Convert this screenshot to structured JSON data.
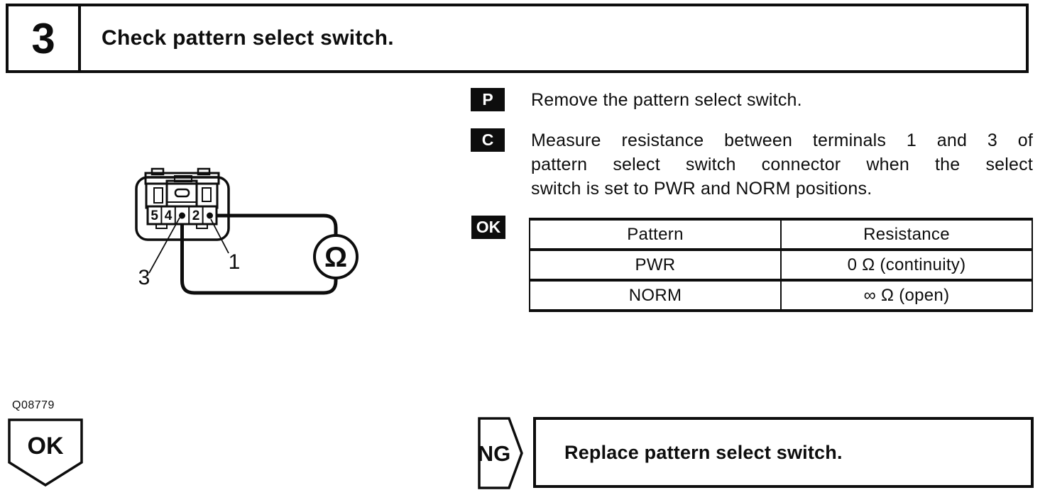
{
  "header": {
    "step_number": "3",
    "title": "Check pattern select switch."
  },
  "instructions": [
    {
      "badge": "P",
      "lines": [
        "Remove the pattern select switch."
      ]
    },
    {
      "badge": "C",
      "lines": [
        "Measure resistance between terminals 1 and 3 of",
        "pattern select switch connector when the select",
        "switch is set to PWR and NORM positions."
      ]
    }
  ],
  "spec": {
    "badge": "OK",
    "table": {
      "headers": [
        "Pattern",
        "Resistance"
      ],
      "rows": [
        [
          "PWR",
          "0 Ω (continuity)"
        ],
        [
          "NORM",
          "∞ Ω (open)"
        ]
      ]
    }
  },
  "diagram": {
    "figure_code": "Q08779",
    "terminals": [
      "5",
      "4",
      "2"
    ],
    "callouts": [
      "3",
      "1"
    ],
    "meter_symbol": "Ω"
  },
  "results": {
    "ok_label": "OK",
    "ng_label": "NG",
    "ng_action": "Replace pattern select switch."
  },
  "colors": {
    "ink": "#0d0d0d",
    "paper": "#ffffff"
  }
}
